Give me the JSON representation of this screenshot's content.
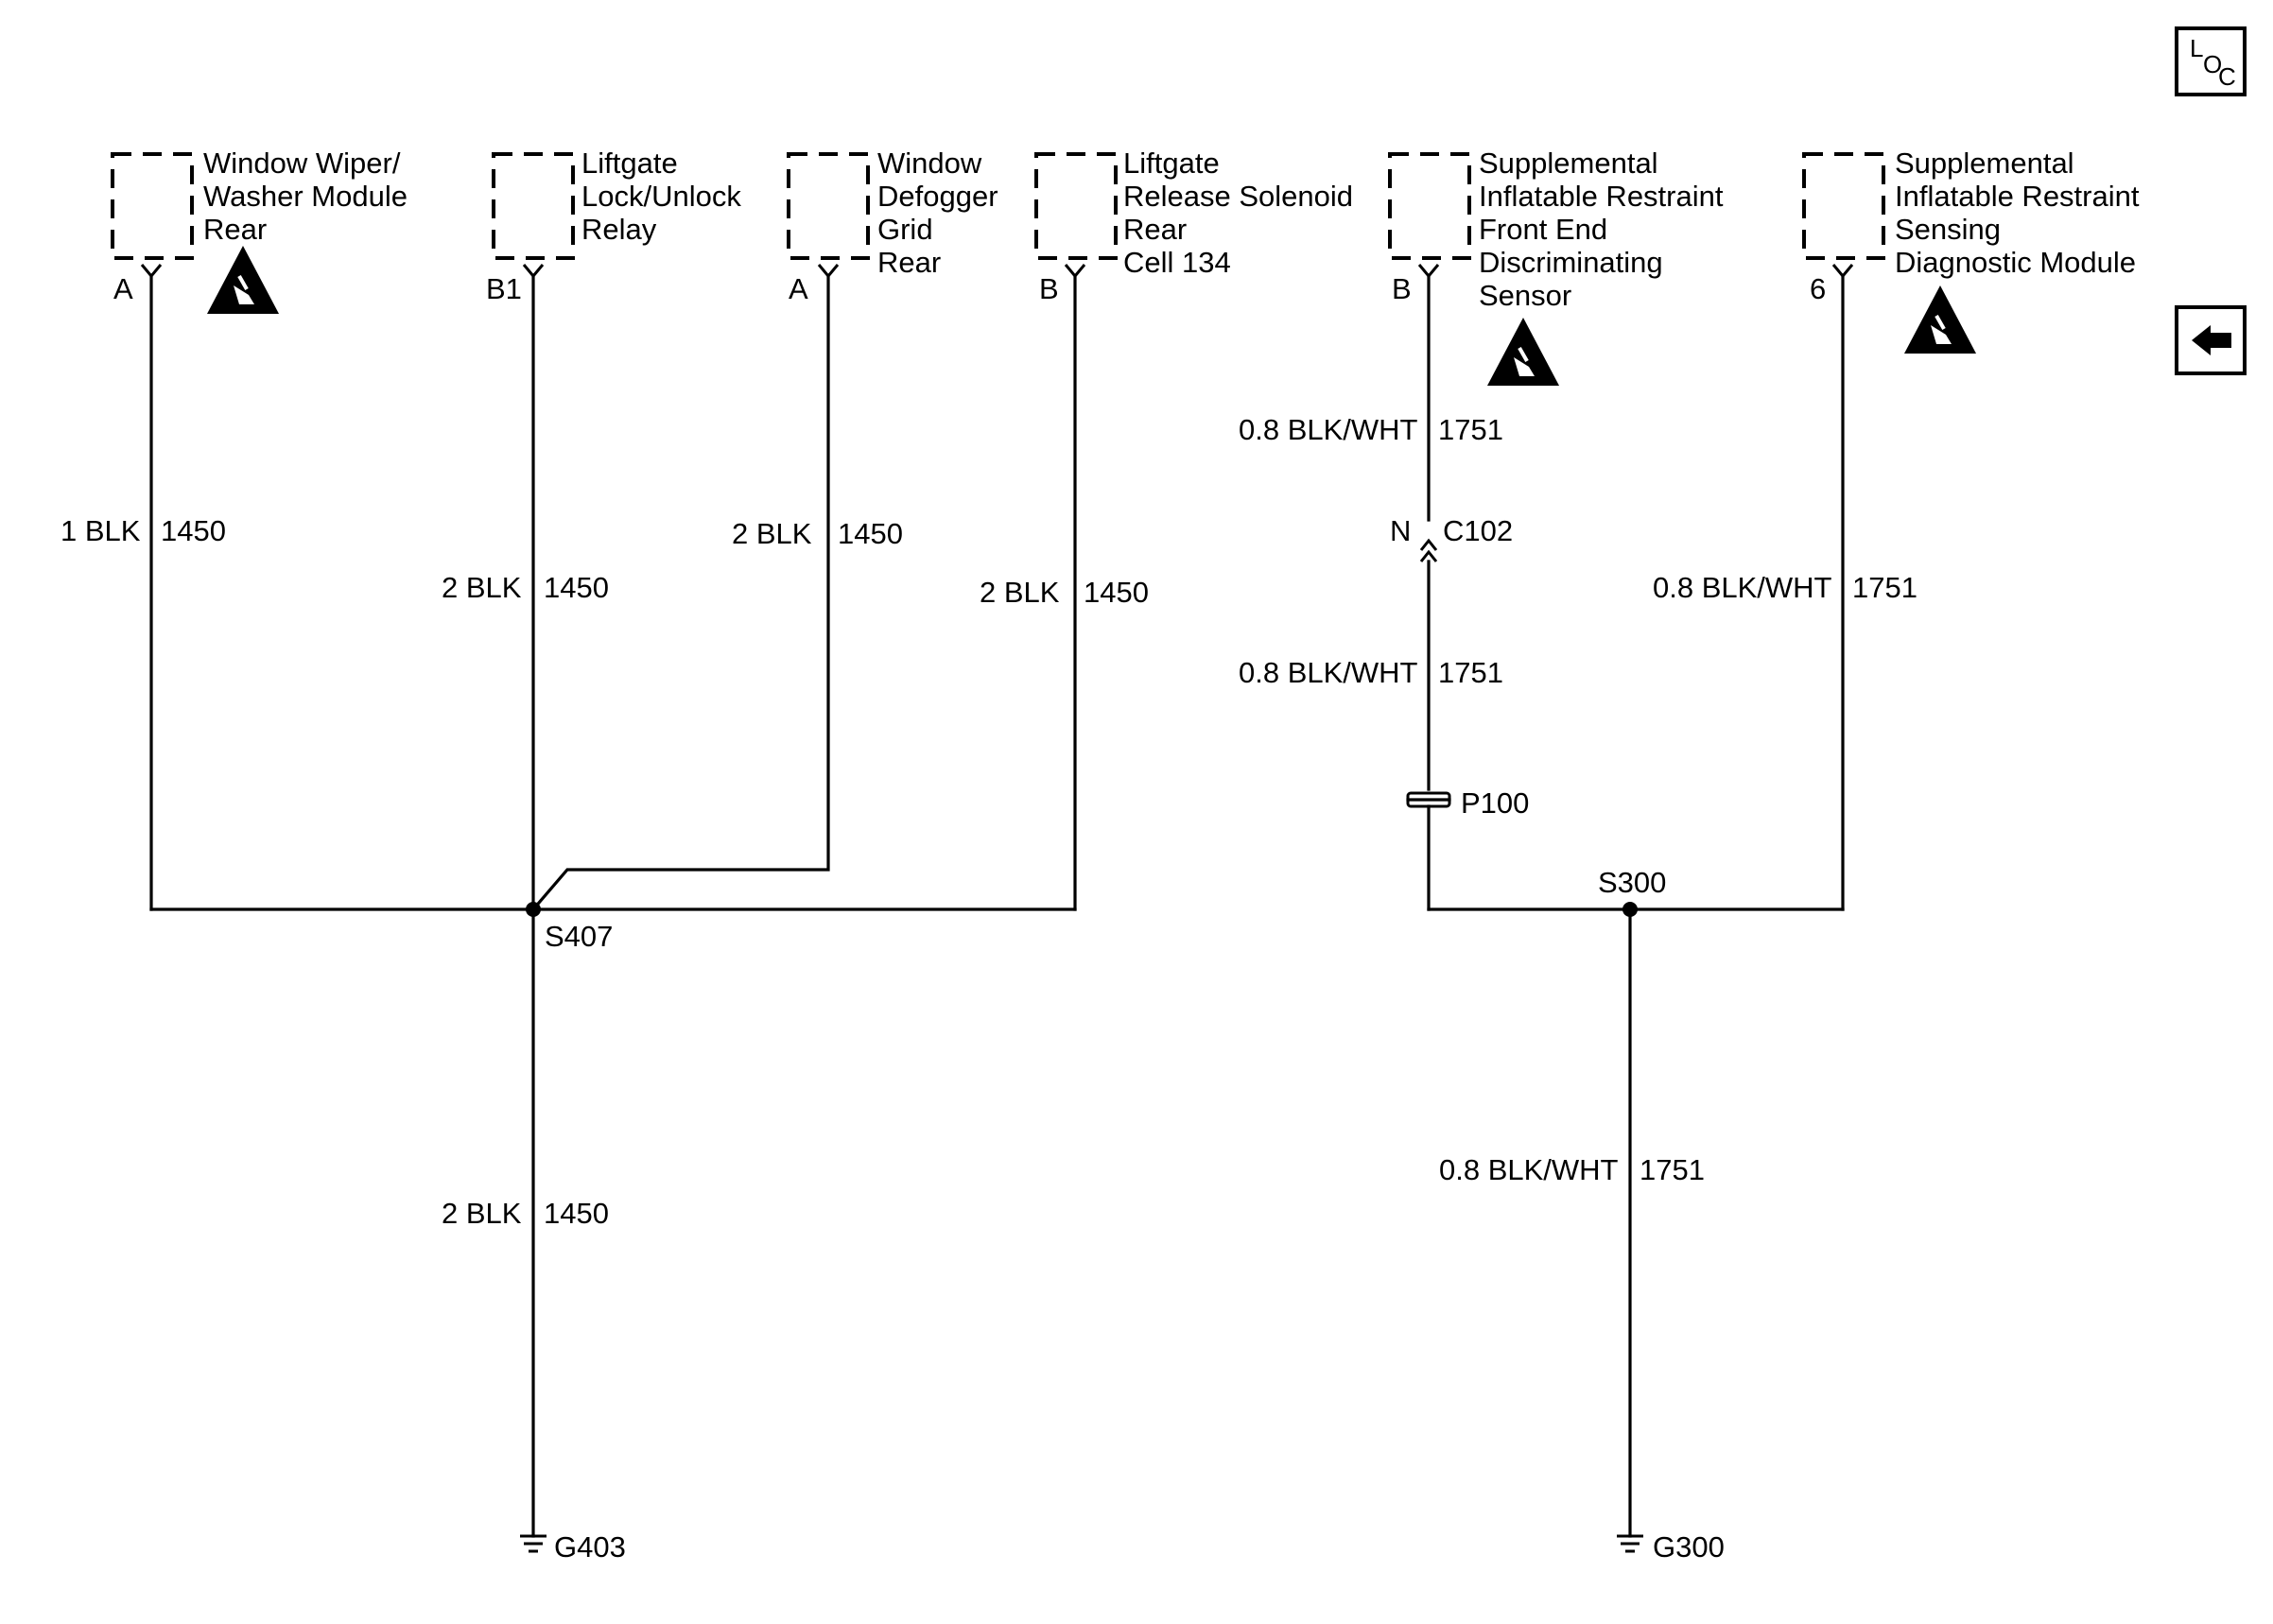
{
  "icons": {
    "loc": {
      "l": "L",
      "o": "O",
      "c": "C"
    },
    "back": "left-arrow-icon",
    "esd": "esd-warning-icon"
  },
  "components": [
    {
      "lines": [
        "Window Wiper/",
        "Washer Module",
        "Rear"
      ],
      "pin": "A",
      "esd": true
    },
    {
      "lines": [
        "Liftgate",
        "Lock/Unlock",
        "Relay"
      ],
      "pin": "B1",
      "esd": false
    },
    {
      "lines": [
        "Window",
        "Defogger",
        "Grid",
        "Rear"
      ],
      "pin": "A",
      "esd": false
    },
    {
      "lines": [
        "Liftgate",
        "Release Solenoid",
        "Rear",
        "Cell 134"
      ],
      "pin": "B",
      "esd": false
    },
    {
      "lines": [
        "Supplemental",
        "Inflatable Restraint",
        "Front End",
        "Discriminating",
        "Sensor"
      ],
      "pin": "B",
      "esd": true
    },
    {
      "lines": [
        "Supplemental",
        "Inflatable Restraint",
        "Sensing",
        "Diagnostic Module"
      ],
      "pin": "6",
      "esd": true
    }
  ],
  "wires": [
    {
      "left": "1 BLK",
      "right": "1450"
    },
    {
      "left": "2 BLK",
      "right": "1450"
    },
    {
      "left": "2 BLK",
      "right": "1450"
    },
    {
      "left": "2 BLK",
      "right": "1450"
    },
    {
      "left": "0.8 BLK/WHT",
      "right": "1751"
    },
    {
      "left": "0.8 BLK/WHT",
      "right": "1751"
    },
    {
      "left": "0.8 BLK/WHT",
      "right": "1751"
    },
    {
      "left": "2 BLK",
      "right": "1450"
    },
    {
      "left": "0.8 BLK/WHT",
      "right": "1751"
    }
  ],
  "connector": {
    "pin": "N",
    "name": "C102"
  },
  "passthrough": "P100",
  "splices": [
    "S407",
    "S300"
  ],
  "grounds": [
    "G403",
    "G300"
  ]
}
